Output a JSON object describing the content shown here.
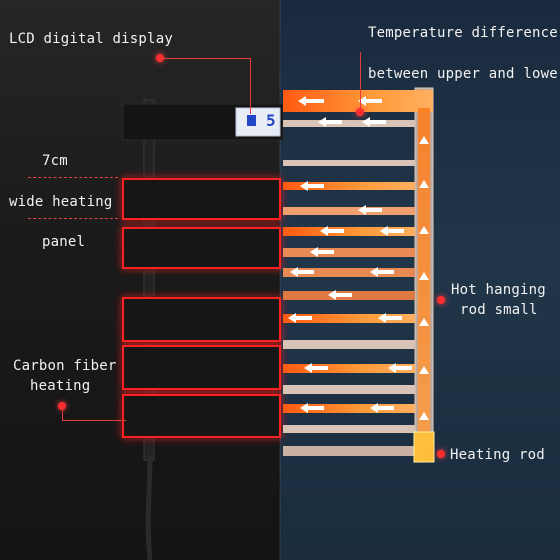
{
  "labels": {
    "lcd_display": "LCD digital display",
    "temp_line1": "Temperature difference",
    "temp_line2": "between upper and lower",
    "width_line1": "7cm",
    "width_line2": "wide heating",
    "width_line3": "panel",
    "carbon_line1": "Carbon fiber",
    "carbon_line2": "heating",
    "hot_rod_line1": "Hot hanging",
    "hot_rod_line2": "rod small",
    "heating_rod": "Heating rod"
  },
  "lcd": {
    "reading": "5"
  },
  "colors": {
    "accent_red": "#ff2e2e",
    "heat_orange": "#ff7a1a",
    "panel_dark": "#151515",
    "right_bg": "#213649"
  }
}
